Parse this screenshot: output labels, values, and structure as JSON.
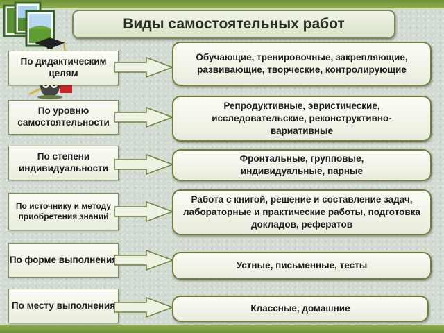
{
  "title": "Виды самостоятельных работ",
  "rows": [
    {
      "left": "По дидактическим целям",
      "right": "Обучающие, тренировочные, закрепляющие, развивающие, творческие, контролирующие"
    },
    {
      "left": "По уровню самостоятельности",
      "right": "Репродуктивные, эвристические, исследовательские, реконструктивно-вариативные"
    },
    {
      "left": "По степени индивидуальности",
      "right": "Фронтальные,  групповые, индивидуальные, парные"
    },
    {
      "left": "По источнику и методу приобретения знаний",
      "right": "Работа с книгой, решение и составление задач, лабораторные и практические работы, подготовка докладов, рефератов"
    },
    {
      "left": "По форме выполнения",
      "right": "Устные, письменные, тесты"
    },
    {
      "left": "По месту выполнения",
      "right": "Классные, домашние"
    }
  ],
  "colors": {
    "accent": "#7b8a5a",
    "arrow_fill": "#eef2e2",
    "arrow_stroke": "#6f7f3a",
    "bar": "#8fb04f"
  }
}
